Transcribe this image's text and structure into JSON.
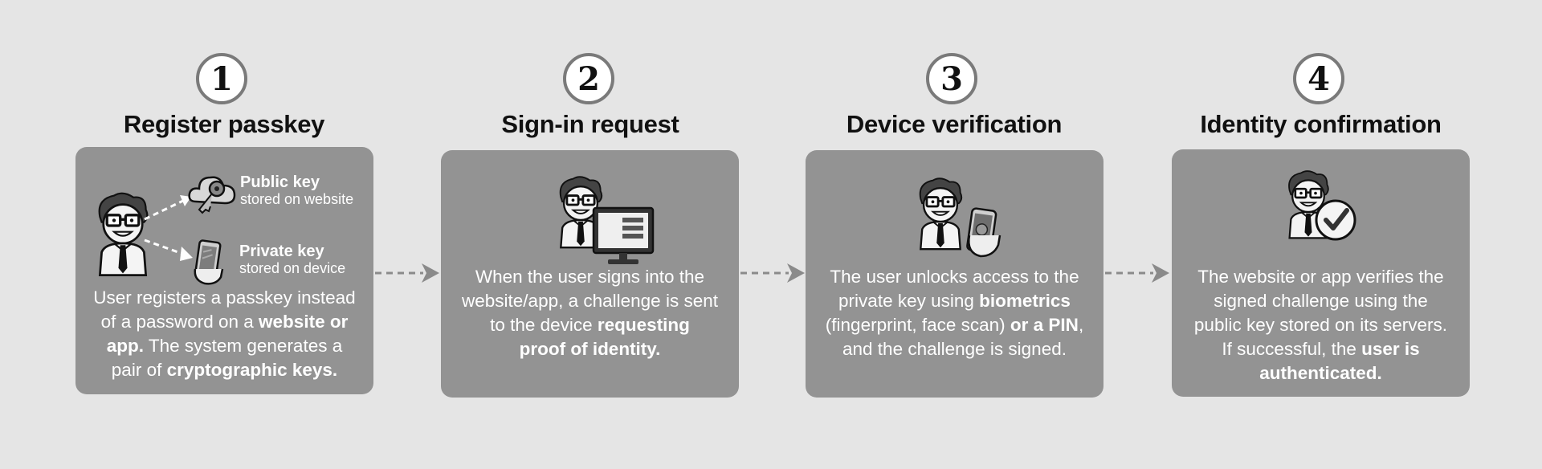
{
  "steps": [
    {
      "number": "1",
      "title": "Register passkey",
      "public_key_title": "Public key",
      "public_key_sub": "stored on website",
      "private_key_title": "Private key",
      "private_key_sub": "stored on device",
      "description": [
        {
          "t": "User registers a passkey instead",
          "b": false
        },
        {
          "t": "\n",
          "b": false
        },
        {
          "t": "of a password on a ",
          "b": false
        },
        {
          "t": "website or",
          "b": true
        },
        {
          "t": "\n",
          "b": false
        },
        {
          "t": "app.",
          "b": true
        },
        {
          "t": "  The system generates a",
          "b": false
        },
        {
          "t": "\n",
          "b": false
        },
        {
          "t": "pair of ",
          "b": false
        },
        {
          "t": "cryptographic keys.",
          "b": true
        }
      ]
    },
    {
      "number": "2",
      "title": "Sign-in request",
      "description": [
        {
          "t": "When the user signs into the",
          "b": false
        },
        {
          "t": "\n",
          "b": false
        },
        {
          "t": "website/app, a challenge is sent",
          "b": false
        },
        {
          "t": "\n",
          "b": false
        },
        {
          "t": "to the device ",
          "b": false
        },
        {
          "t": "requesting",
          "b": true
        },
        {
          "t": "\n",
          "b": false
        },
        {
          "t": "proof of identity.",
          "b": true
        }
      ]
    },
    {
      "number": "3",
      "title": "Device verification",
      "description": [
        {
          "t": "The user unlocks access to the",
          "b": false
        },
        {
          "t": "\n",
          "b": false
        },
        {
          "t": "private key using ",
          "b": false
        },
        {
          "t": "biometrics",
          "b": true
        },
        {
          "t": "\n",
          "b": false
        },
        {
          "t": "(fingerprint, face scan) ",
          "b": false
        },
        {
          "t": "or a PIN",
          "b": true
        },
        {
          "t": ",",
          "b": false
        },
        {
          "t": "\n",
          "b": false
        },
        {
          "t": "and the challenge is signed.",
          "b": false
        }
      ]
    },
    {
      "number": "4",
      "title": "Identity confirmation",
      "description": [
        {
          "t": "The website or app verifies the",
          "b": false
        },
        {
          "t": "\n",
          "b": false
        },
        {
          "t": "signed challenge using the",
          "b": false
        },
        {
          "t": "\n",
          "b": false
        },
        {
          "t": "public key stored on its servers.",
          "b": false
        },
        {
          "t": "\n",
          "b": false
        },
        {
          "t": "If successful, the ",
          "b": false
        },
        {
          "t": "user is",
          "b": true
        },
        {
          "t": "\n",
          "b": false
        },
        {
          "t": "authenticated.",
          "b": true
        }
      ]
    }
  ]
}
